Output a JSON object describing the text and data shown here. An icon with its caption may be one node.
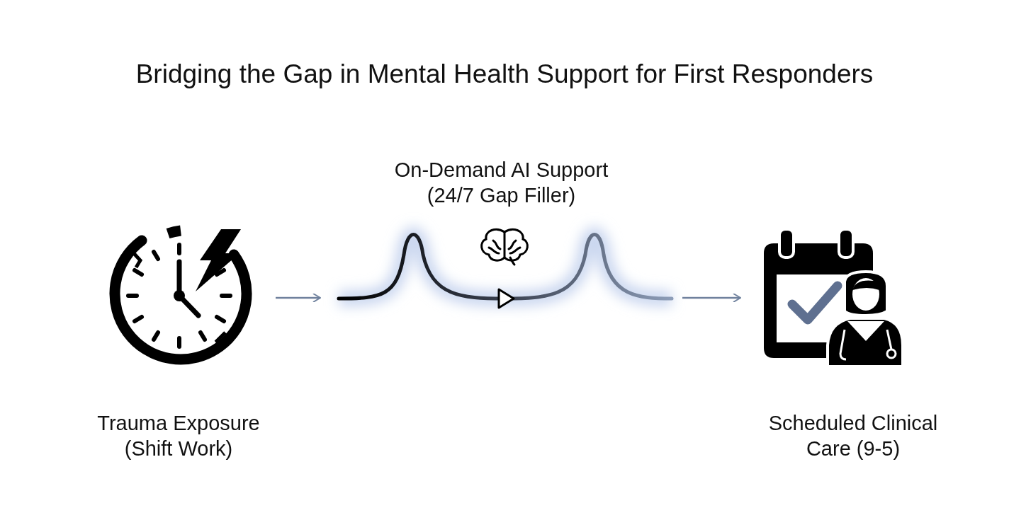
{
  "diagram": {
    "title": "Bridging the Gap in Mental Health Support for First Responders",
    "nodes": [
      {
        "text": [
          "Trauma Exposure (Shift Work)"
        ]
      },
      {
        "text": [
          "On-Demand AI Support (24/7 Gap Filler)"
        ]
      },
      {
        "text": [
          "Scheduled Clinical Care (9-5)"
        ]
      }
    ],
    "edges": [
      {
        "from": 0,
        "to": 1,
        "arrow": "to"
      },
      {
        "from": 1,
        "to": 2,
        "arrow": "to"
      }
    ]
  }
}
